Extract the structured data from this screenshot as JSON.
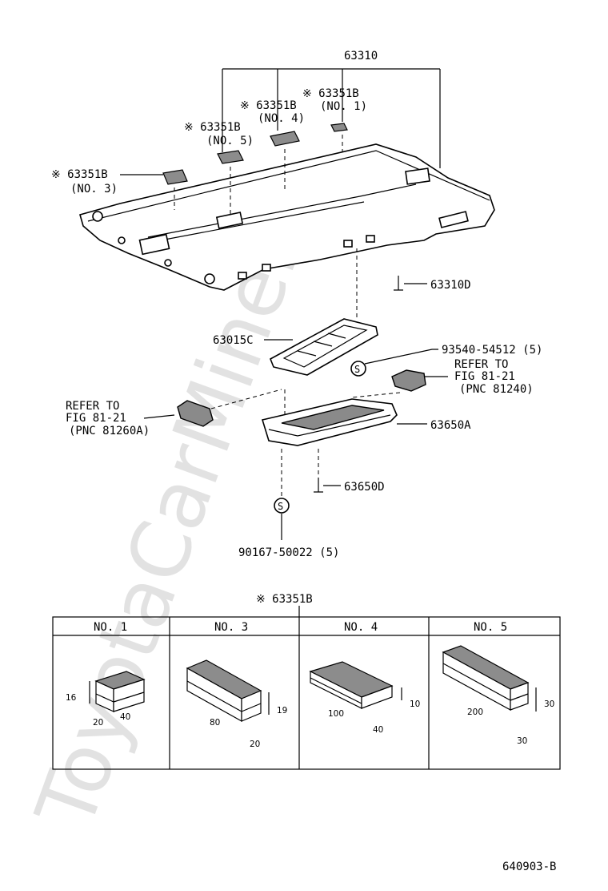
{
  "watermark": "ToyotaCarMine.ru",
  "callouts": {
    "headliner": "63310",
    "pad_no1_part": "※ 63351B",
    "pad_no1_no": "(NO. 1)",
    "pad_no4_part": "※ 63351B",
    "pad_no4_no": "(NO. 4)",
    "pad_no5_part": "※ 63351B",
    "pad_no5_no": "(NO. 5)",
    "pad_no3_part": "※ 63351B",
    "pad_no3_no": "(NO. 3)",
    "clip_headliner": "63310D",
    "bracket": "63015C",
    "screw_a": "93540-54512 (5)",
    "refer_right_1": "REFER TO",
    "refer_right_2": "FIG 81-21",
    "refer_right_3": "(PNC 81240)",
    "refer_left_1": "REFER TO",
    "refer_left_2": "FIG 81-21",
    "refer_left_3": "(PNC 81260A)",
    "console": "63650A",
    "clip_console": "63650D",
    "screw_b": "90167-50022 (5)",
    "screw_symbol": "S"
  },
  "table": {
    "title": "※ 63351B",
    "headers": [
      "NO. 1",
      "NO. 3",
      "NO. 4",
      "NO. 5"
    ],
    "dims": {
      "no1": [
        "16",
        "20",
        "40"
      ],
      "no3": [
        "19",
        "80",
        "20"
      ],
      "no4": [
        "10",
        "100",
        "40"
      ],
      "no5": [
        "30",
        "200",
        "30"
      ]
    }
  },
  "figure_code": "640903-B"
}
